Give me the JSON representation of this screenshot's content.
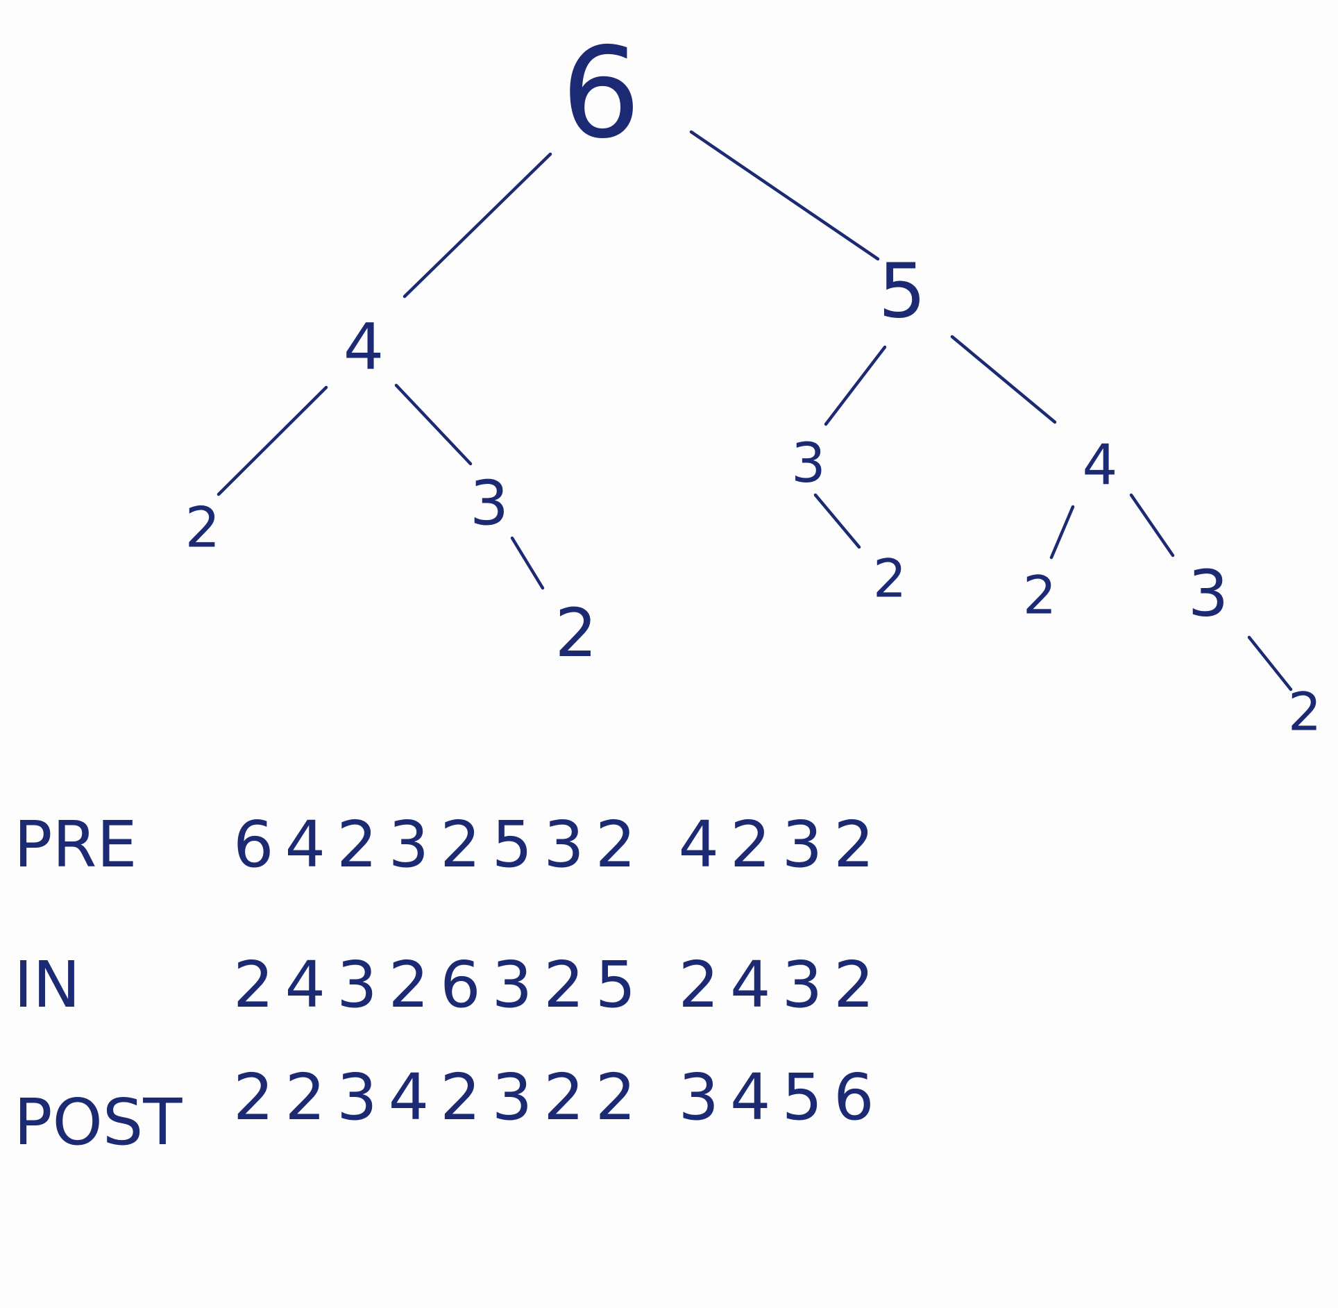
{
  "colors": {
    "ink": "#1c2a74",
    "paper": "#fdfdfd"
  },
  "tree": {
    "nodes": [
      {
        "id": "root",
        "value": "6"
      },
      {
        "id": "root-left",
        "value": "4"
      },
      {
        "id": "root-right",
        "value": "5"
      },
      {
        "id": "left-left",
        "value": "2"
      },
      {
        "id": "left-right",
        "value": "3"
      },
      {
        "id": "left-right-right",
        "value": "2"
      },
      {
        "id": "right-left",
        "value": "3"
      },
      {
        "id": "right-left-right",
        "value": "2"
      },
      {
        "id": "right-right",
        "value": "4"
      },
      {
        "id": "right-right-left",
        "value": "2"
      },
      {
        "id": "right-right-right",
        "value": "3"
      },
      {
        "id": "right-right-right-right",
        "value": "2"
      }
    ]
  },
  "traversals": [
    {
      "label": "PRE",
      "sequence": "64232532 4232"
    },
    {
      "label": "IN",
      "sequence": "24326325 2432"
    },
    {
      "label": "POST",
      "sequence": "22342322 3456"
    }
  ]
}
